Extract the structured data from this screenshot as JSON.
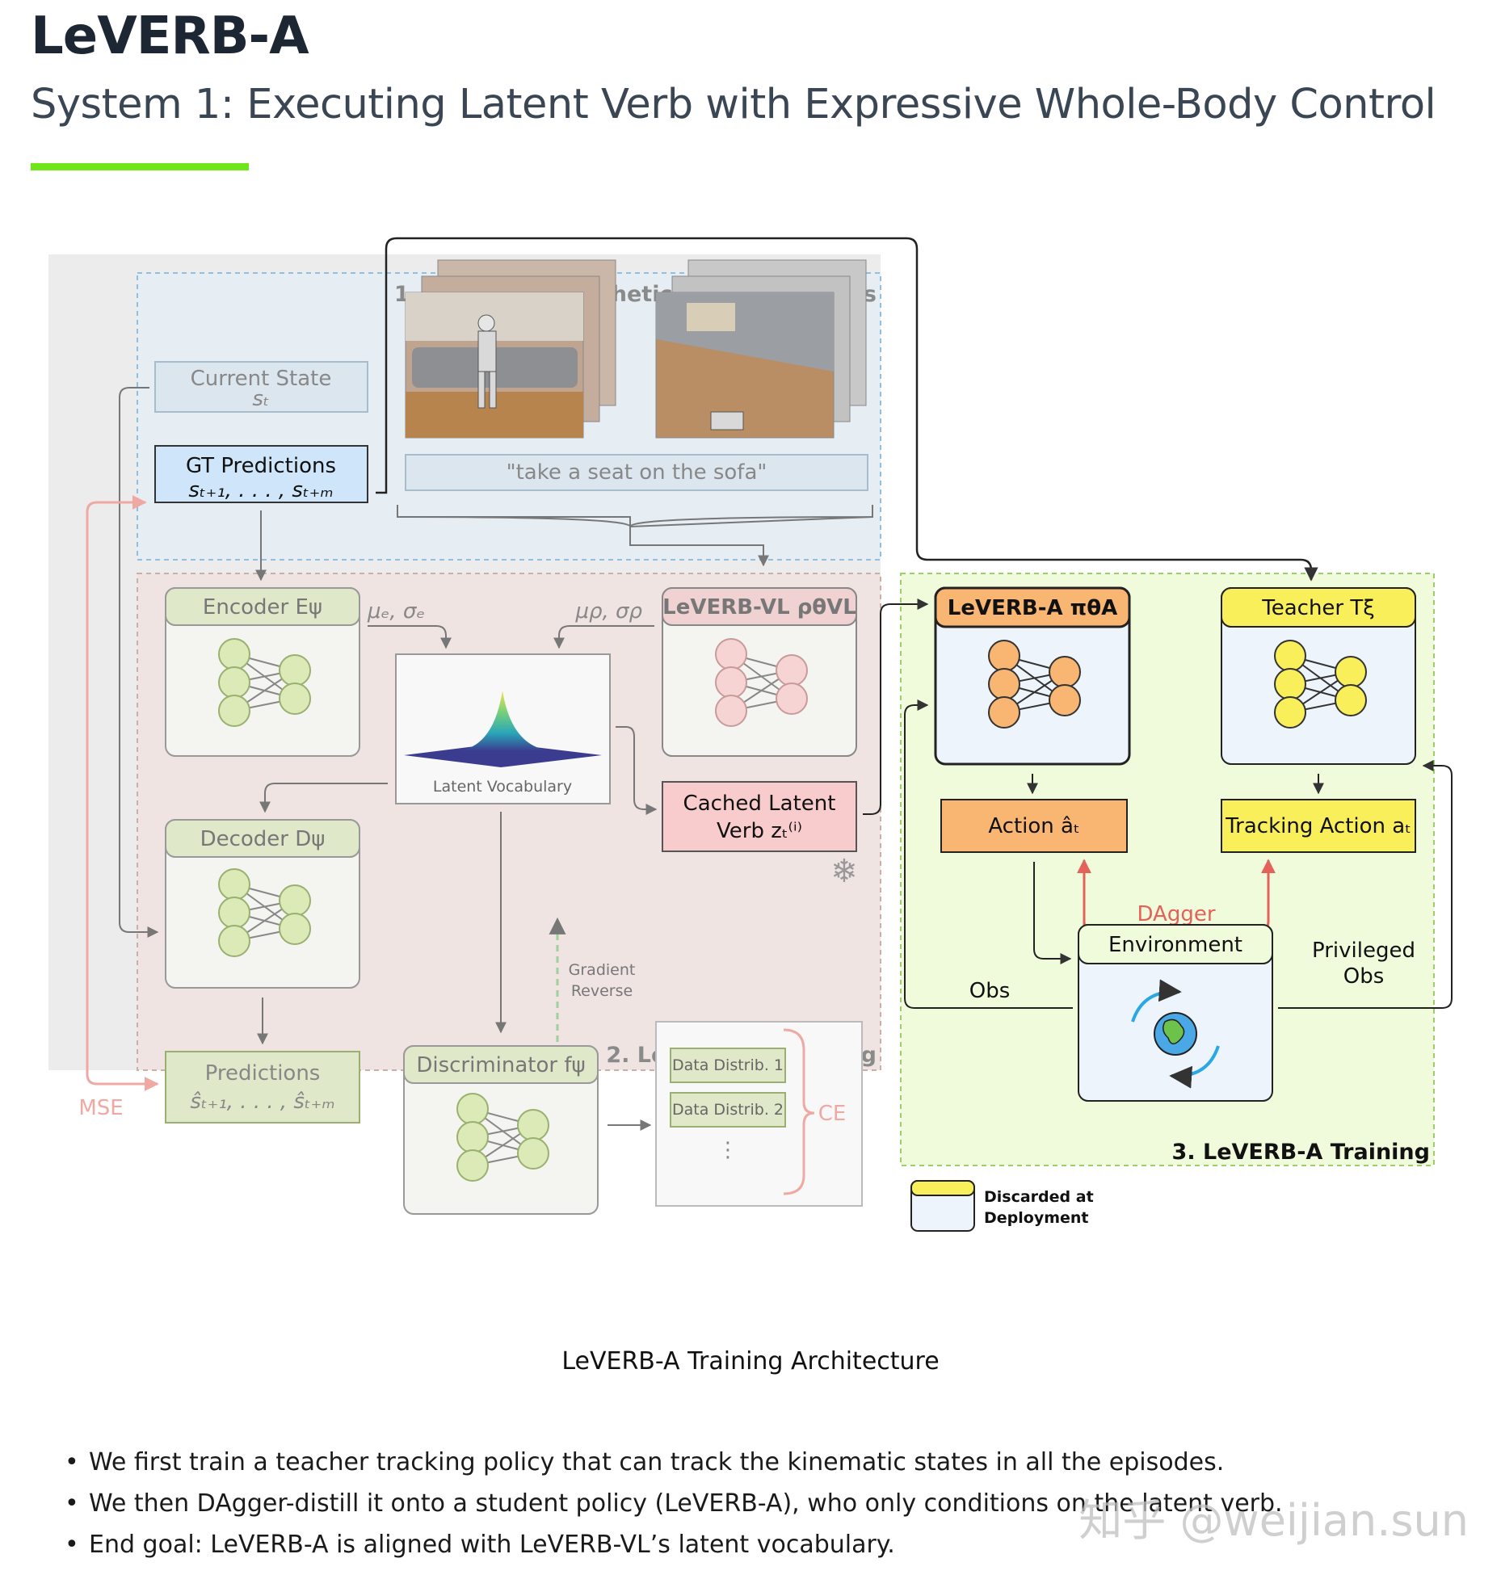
{
  "page": {
    "title": "LeVERB-A",
    "subtitle": "System 1: Executing Latent Verb with Expressive Whole-Body Control",
    "accent_color": "#6ee61a"
  },
  "figure": {
    "section1": "1. Collecting Synthetic Demonstrations",
    "section2": "2. LeVERB-VL Training",
    "section3": "3. LeVERB-A Training",
    "current_state": "Current State",
    "current_state_sym": "sₜ",
    "gt_predictions": "GT Predictions",
    "gt_predictions_sym": "sₜ₊₁, . . . , sₜ₊ₘ",
    "instruction": "\"take a seat on the sofa\"",
    "encoder": "Encoder Eψ",
    "decoder": "Decoder Dψ",
    "predictions": "Predictions",
    "predictions_sym": "ŝₜ₊₁, . . . , ŝₜ₊ₘ",
    "mu_sigma_e": "μₑ, σₑ",
    "mu_sigma_p": "μρ, σρ",
    "leverb_vl": "LeVERB-VL ρθVL",
    "latent_vocab": "Latent Vocabulary",
    "cached_latent_1": "Cached Latent",
    "cached_latent_2": "Verb zₜ⁽ⁱ⁾",
    "gradient_1": "Gradient",
    "gradient_2": "Reverse",
    "discriminator": "Discriminator fψ",
    "data_distrib_1": "Data Distrib. 1",
    "data_distrib_2": "Data Distrib. 2",
    "vdots": "⋮",
    "ce": "CE",
    "mse": "MSE",
    "leverb_a": "LeVERB-A πθA",
    "teacher": "Teacher Tξ",
    "action": "Action âₜ",
    "tracking_action": "Tracking Action aₜ",
    "dagger": "DAgger",
    "environment": "Environment",
    "obs": "Obs",
    "privileged_1": "Privileged",
    "privileged_2": "Obs",
    "legend_1": "Discarded at",
    "legend_2": "Deployment",
    "snowflake": "❄"
  },
  "caption": "LeVERB-A Training Architecture",
  "bullets": [
    "We first train a teacher tracking policy that can track the kinematic states in all the episodes.",
    "We then DAgger-distill it onto a student policy (LeVERB-A), who only conditions on the latent verb.",
    "End goal: LeVERB-A is aligned with LeVERB-VL’s latent vocabulary."
  ],
  "watermark": "知乎 @weijian.sun"
}
